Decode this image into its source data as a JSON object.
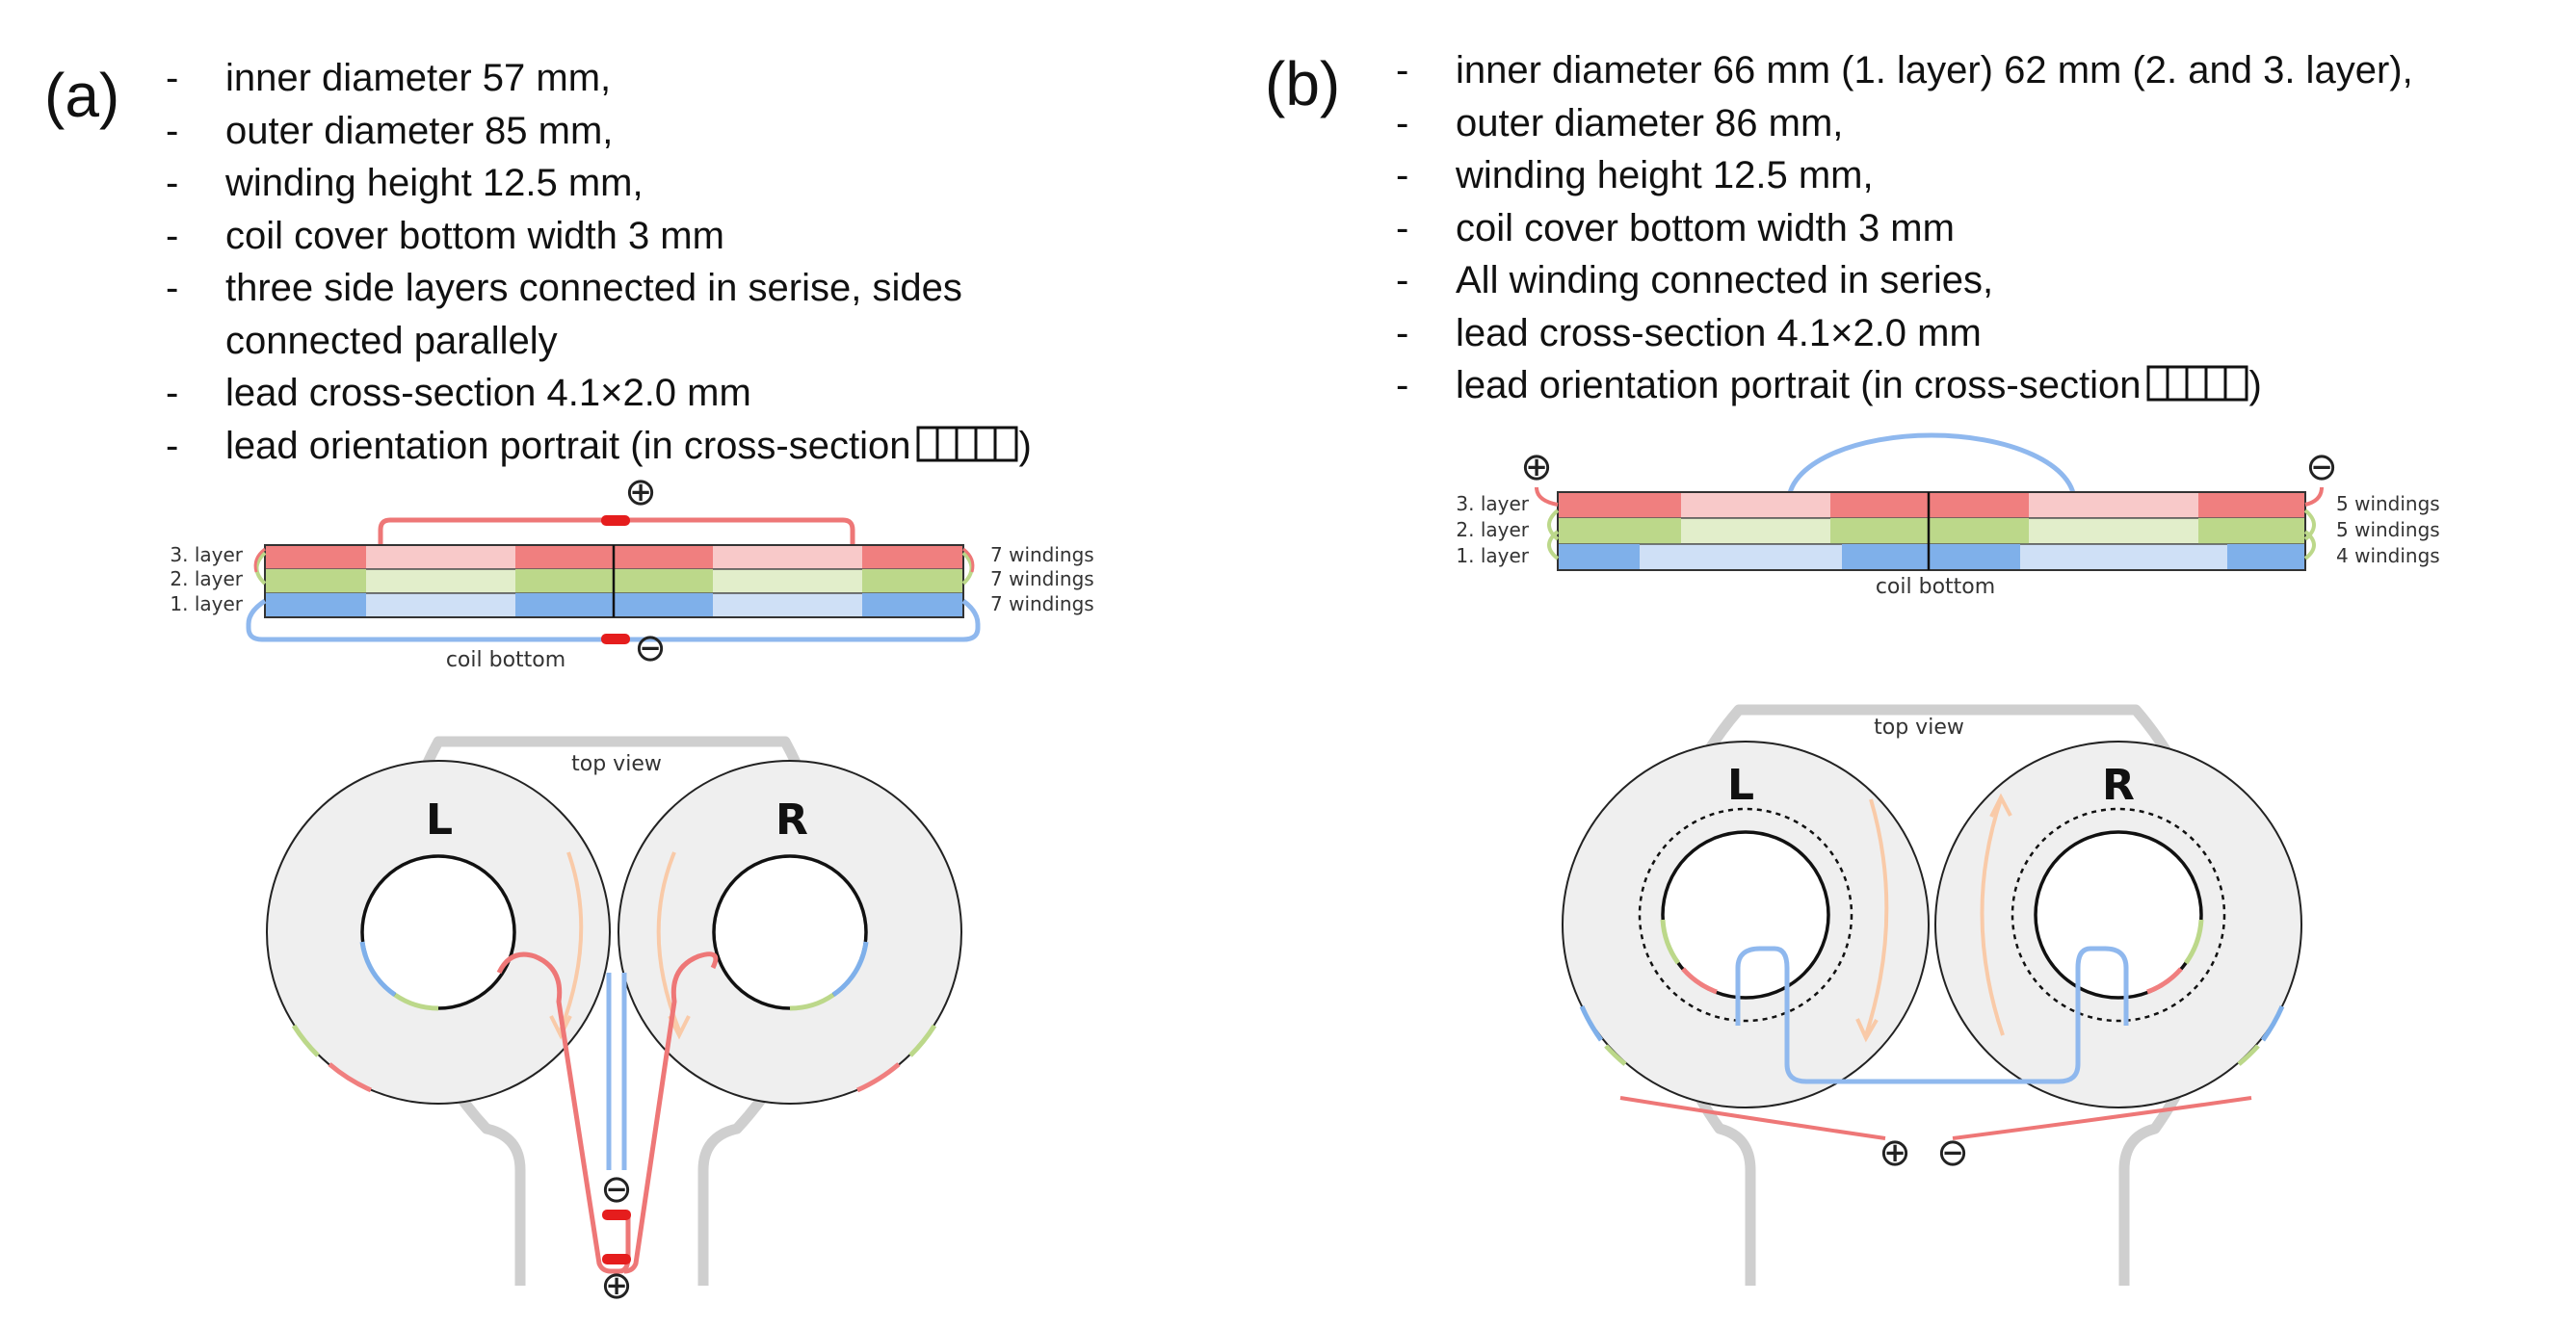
{
  "panel_a": {
    "label": "(a)",
    "specs": [
      "inner diameter 57 mm,",
      "outer diameter 85 mm,",
      "winding height 12.5 mm,",
      "coil cover bottom width 3 mm",
      "three side layers connected in serise, sides",
      "connected parallely",
      "lead cross-section 4.1×2.0 mm",
      "lead orientation portrait (in cross-section"
    ],
    "spec_close": ")",
    "layer_labels": [
      "3. layer",
      "2. layer",
      "1. layer"
    ],
    "winding_labels": [
      "7 windings",
      "7 windings",
      "7 windings"
    ],
    "coil_bottom": "coil bottom",
    "top_view": "top view",
    "coil_left": "L",
    "coil_right": "R",
    "plus": "⊕",
    "minus": "⊖"
  },
  "panel_b": {
    "label": "(b)",
    "specs": [
      "inner diameter 66 mm (1. layer) 62 mm (2. and 3. layer),",
      "outer diameter 86 mm,",
      "winding height 12.5 mm,",
      "coil cover bottom width 3 mm",
      "All winding connected in series,",
      "lead cross-section 4.1×2.0 mm",
      "lead orientation portrait (in cross-section"
    ],
    "spec_close": ")",
    "layer_labels": [
      "3. layer",
      "2. layer",
      "1. layer"
    ],
    "winding_labels": [
      "5 windings",
      "5 windings",
      "4 windings"
    ],
    "coil_bottom": "coil bottom",
    "top_view": "top view",
    "coil_left": "L",
    "coil_right": "R",
    "plus": "⊕",
    "minus": "⊖"
  },
  "colors": {
    "layer3": "#f07f7f",
    "layer2": "#bcd88a",
    "layer1": "#7fb0ea",
    "lead_red": "#ee7777",
    "lead_blue": "#8fb8ee",
    "terminal": "#e51d1d",
    "outline": "#cfcfcf",
    "coil_fill": "#efefef",
    "arrow": "#f9caa8"
  }
}
